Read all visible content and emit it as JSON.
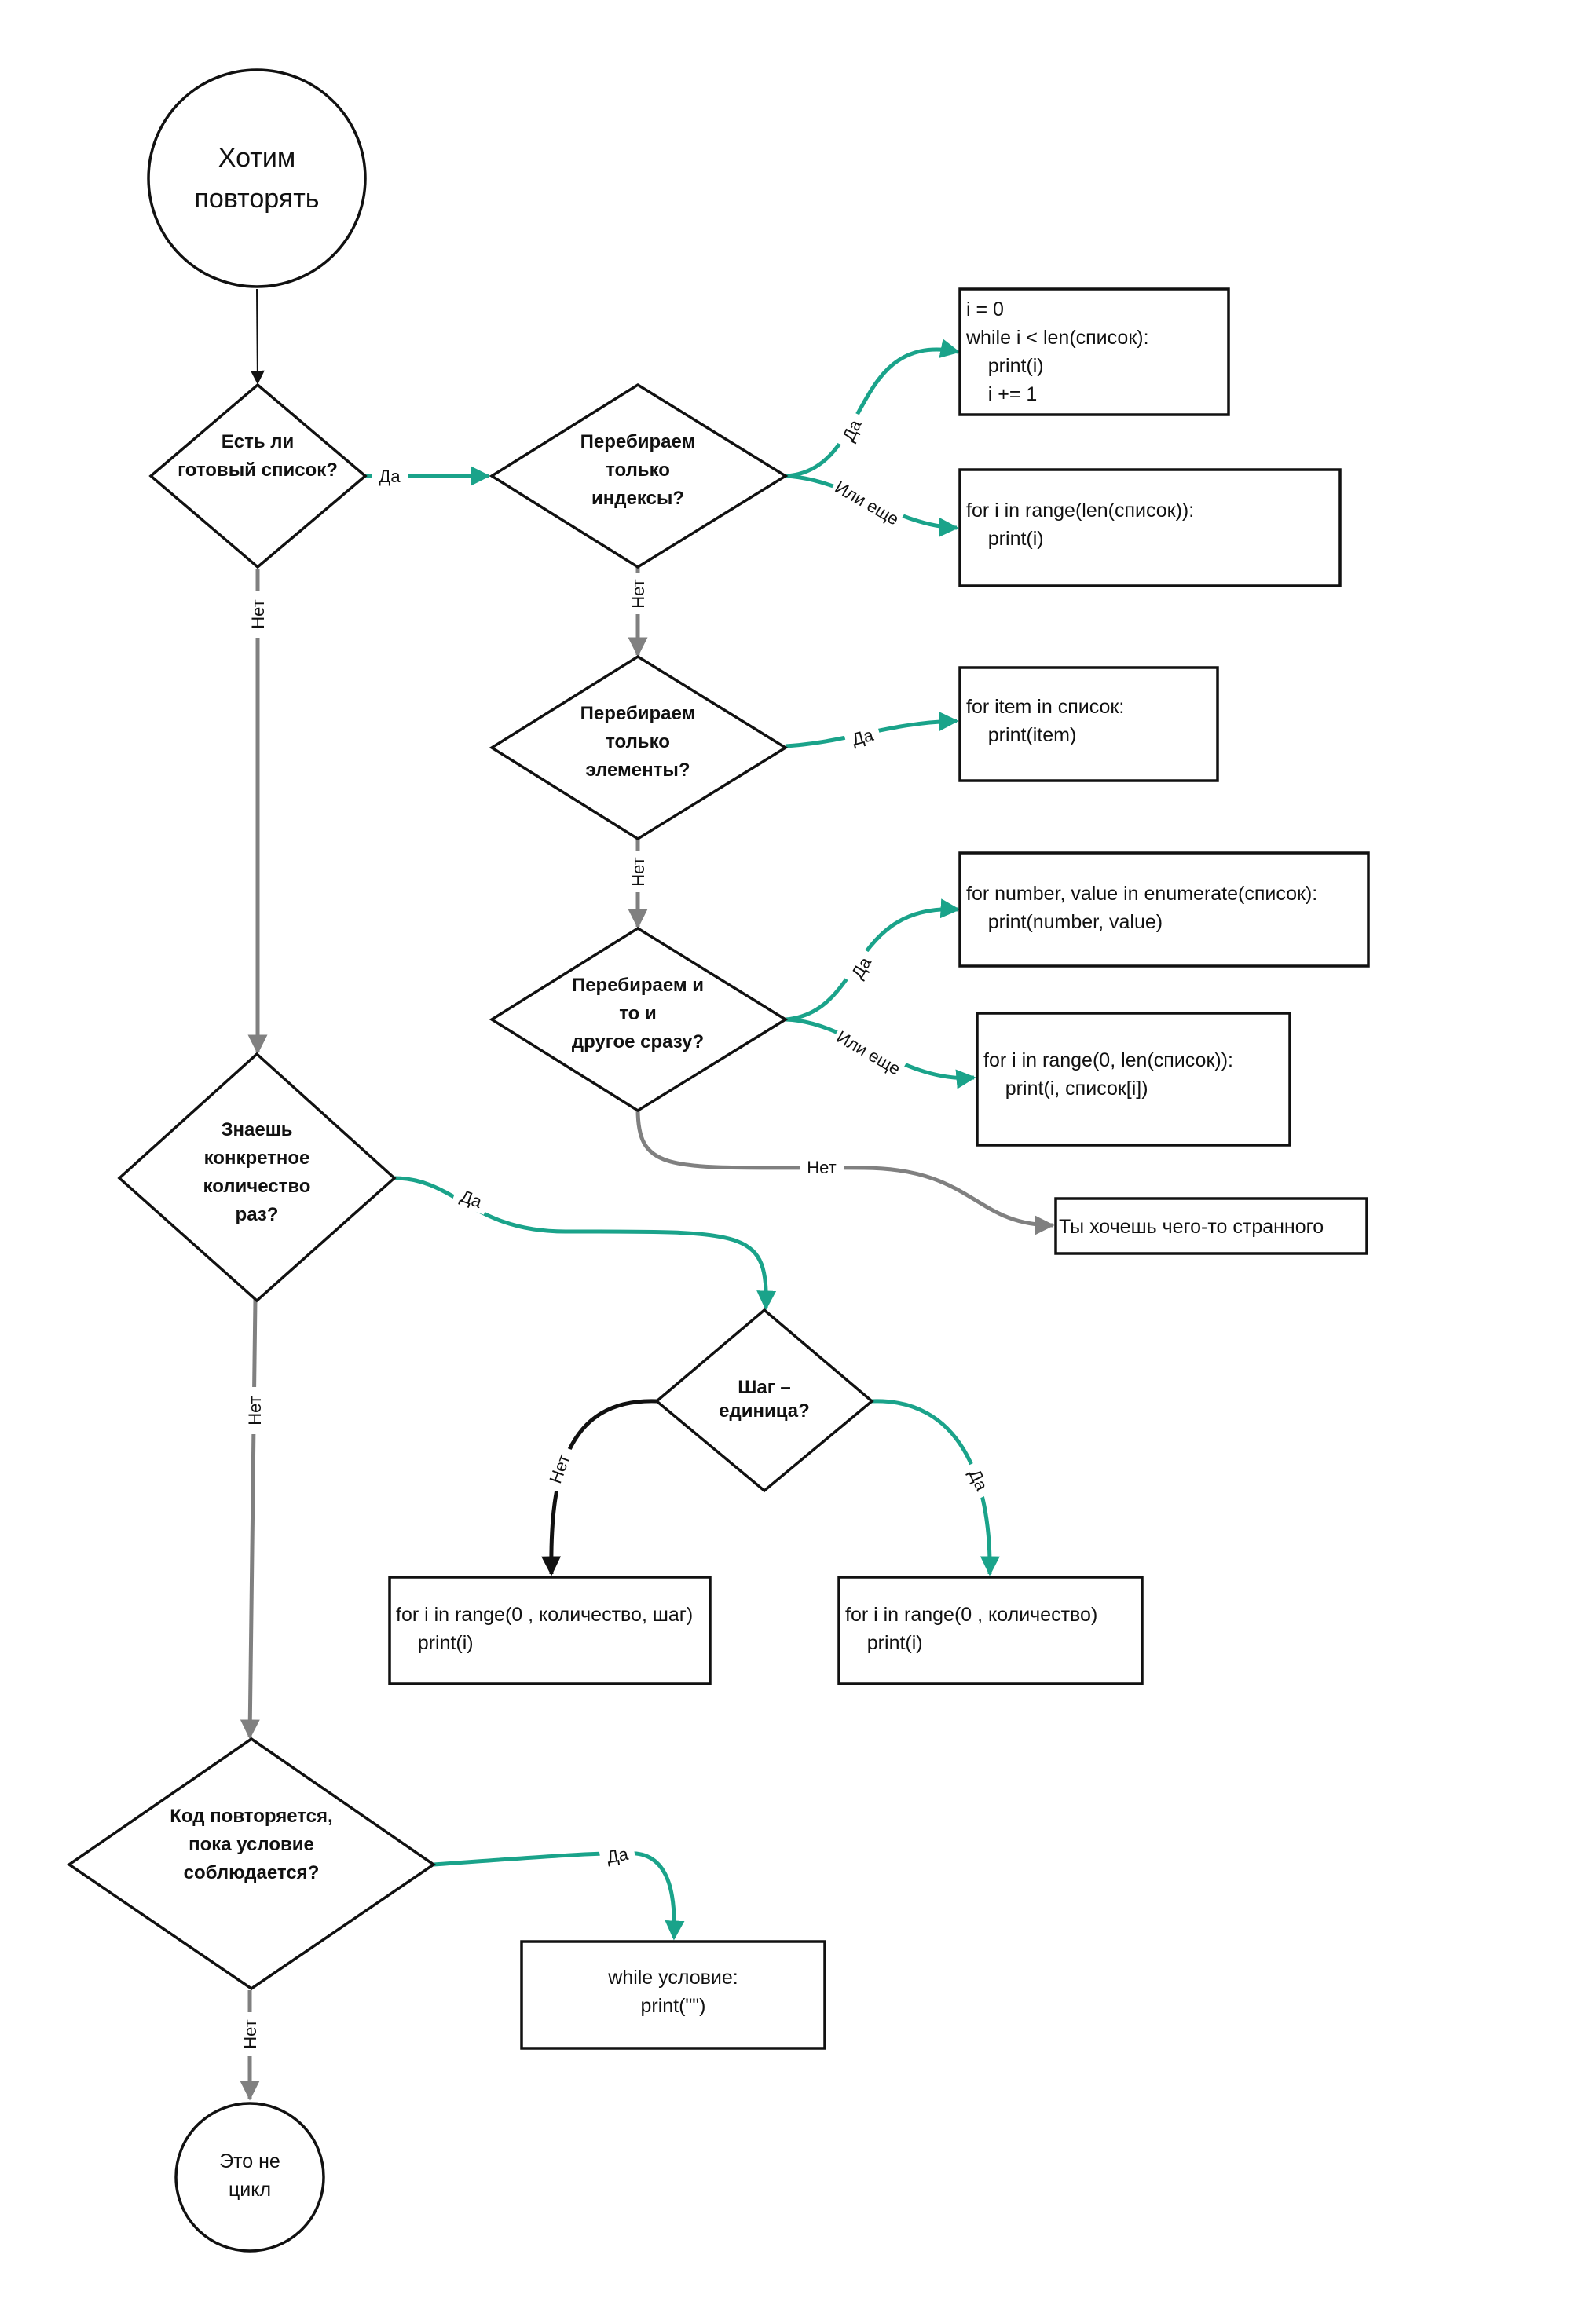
{
  "diagram": {
    "start": "Хотим повторять",
    "end": "Это не цикл",
    "q_list": "Есть ли готовый список?",
    "q_idx": "Перебираем только индексы?",
    "q_elem": "Перебираем только элементы?",
    "q_both": "Перебираем и то и другое сразу?",
    "q_count": "Знаешь конкретное количество раз?",
    "q_step": "Шаг – единица?",
    "q_cond": "Код повторяется, пока условие соблюдается?",
    "code_while_idx": [
      "i = 0",
      "while i < len(список):",
      "    print(i)",
      "    i += 1"
    ],
    "code_range_len": [
      "for i in range(len(список)):",
      "    print(i)"
    ],
    "code_item": [
      "for item in список:",
      "    print(item)"
    ],
    "code_enumerate": [
      "for number, value in enumerate(список):",
      "    print(number, value)"
    ],
    "code_range_both": [
      "for i in range(0, len(список)):",
      "    print(i, список[i])"
    ],
    "strange": "Ты хочешь чего-то странного",
    "code_range_step": [
      "for i in range(0 , количество, шаг)",
      "    print(i)"
    ],
    "code_range_count": [
      "for i in range(0 , количество)",
      "    print(i)"
    ],
    "code_while_cond": [
      "while условие:",
      "print(\"\")"
    ],
    "labels": {
      "yes": "Да",
      "no": "Нет",
      "or_else": "Или еще"
    }
  },
  "colors": {
    "yes_edge": "#1aa38a",
    "no_edge": "#808080",
    "default_edge": "#111111"
  }
}
